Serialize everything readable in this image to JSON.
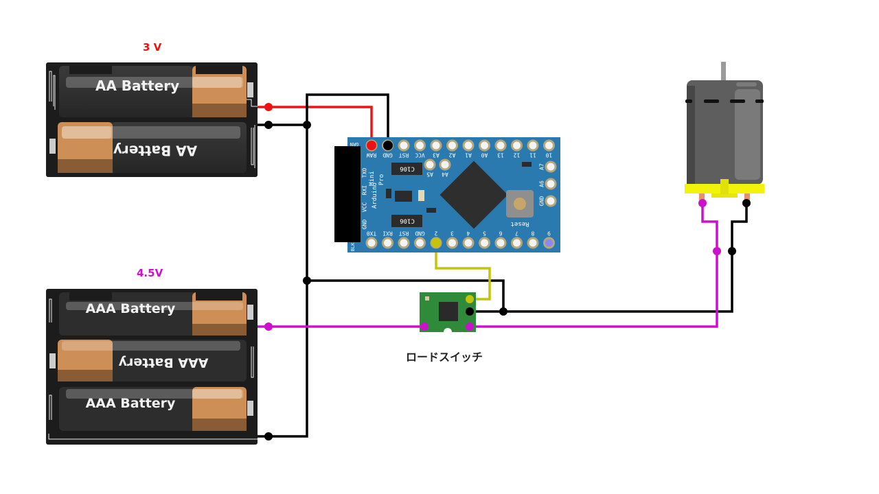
{
  "labels": {
    "battery_3v": "3 V",
    "battery_45v": "4.5V",
    "load_switch": "ロードスイッチ"
  },
  "colors": {
    "label_3v": "#ee1111",
    "label_45v": "#cc11cc",
    "wire_red": "#ee1111",
    "wire_black": "#000000",
    "wire_magenta": "#cc11cc",
    "wire_yellow": "#c4c40a",
    "pcb_blue": "#2a7ab0",
    "pcb_green": "#2f8a3a",
    "motor_yellow": "#f2f20a"
  },
  "batteries": {
    "aa": [
      "AA Battery",
      "AA Battery"
    ],
    "aaa": [
      "AAA Battery",
      "AAA Battery",
      "AAA Battery"
    ]
  },
  "arduino": {
    "name": [
      "Arduino",
      "Pro",
      "Mini"
    ],
    "top_pins": [
      "RAW",
      "GND",
      "RST",
      "VCC",
      "A3",
      "A2",
      "A1",
      "A0",
      "13",
      "12",
      "11",
      "10"
    ],
    "bottom_pins": [
      "TX0",
      "RXI",
      "RST",
      "GND",
      "2",
      "3",
      "4",
      "5",
      "6",
      "7",
      "8",
      "9"
    ],
    "right_pins": [
      "A7",
      "A6",
      "GND"
    ],
    "inner_pins": [
      "A5",
      "A4"
    ],
    "left_labels": [
      "GND",
      "VCC",
      "RXI",
      "TXO"
    ],
    "corner_top": "GRN",
    "corner_bottom": "BLK",
    "caps": [
      "C106",
      "C106"
    ],
    "reset_label": "Reset"
  }
}
